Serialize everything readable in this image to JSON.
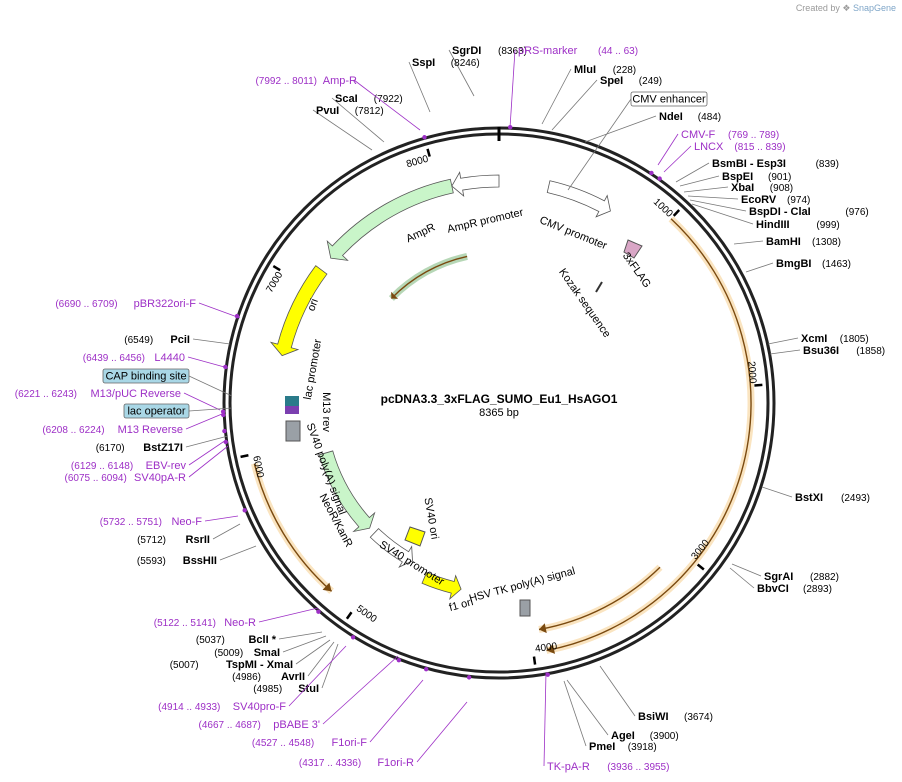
{
  "credit": {
    "prefix": "Created by",
    "brand": "SnapGene"
  },
  "plasmid": {
    "name": "pcDNA3.3_3xFLAG_SUMO_Eu1_HsAGO1",
    "length_label": "8365 bp",
    "length": 8365
  },
  "ticks": [
    {
      "label": "1000",
      "pos": 1000
    },
    {
      "label": "2000",
      "pos": 2000
    },
    {
      "label": "3000",
      "pos": 3000
    },
    {
      "label": "4000",
      "pos": 4000
    },
    {
      "label": "5000",
      "pos": 5000
    },
    {
      "label": "6000",
      "pos": 6000
    },
    {
      "label": "7000",
      "pos": 7000
    },
    {
      "label": "8000",
      "pos": 8000
    }
  ],
  "sites": [
    {
      "name": "SgrDI",
      "pos_text": "(8363)",
      "pos": 8363
    },
    {
      "name": "SspI",
      "pos_text": "(8246)",
      "pos": 8246
    },
    {
      "name": "ScaI",
      "pos_text": "(7922)",
      "pos": 7922
    },
    {
      "name": "PvuI",
      "pos_text": "(7812)",
      "pos": 7812
    },
    {
      "name": "MluI",
      "pos_text": "(228)",
      "pos": 228
    },
    {
      "name": "SpeI",
      "pos_text": "(249)",
      "pos": 249
    },
    {
      "name": "NdeI",
      "pos_text": "(484)",
      "pos": 484
    },
    {
      "name": "BsmBI - Esp3I",
      "pos_text": "(839)",
      "pos": 839
    },
    {
      "name": "BspEI",
      "pos_text": "(901)",
      "pos": 901
    },
    {
      "name": "XbaI",
      "pos_text": "(908)",
      "pos": 908
    },
    {
      "name": "EcoRV",
      "pos_text": "(974)",
      "pos": 974
    },
    {
      "name": "BspDI - ClaI",
      "pos_text": "(976)",
      "pos": 976
    },
    {
      "name": "HindIII",
      "pos_text": "(999)",
      "pos": 999
    },
    {
      "name": "BamHI",
      "pos_text": "(1308)",
      "pos": 1308
    },
    {
      "name": "BmgBI",
      "pos_text": "(1463)",
      "pos": 1463
    },
    {
      "name": "XcmI",
      "pos_text": "(1805)",
      "pos": 1805
    },
    {
      "name": "Bsu36I",
      "pos_text": "(1858)",
      "pos": 1858
    },
    {
      "name": "BstXI",
      "pos_text": "(2493)",
      "pos": 2493
    },
    {
      "name": "SgrAI",
      "pos_text": "(2882)",
      "pos": 2882
    },
    {
      "name": "BbvCI",
      "pos_text": "(2893)",
      "pos": 2893
    },
    {
      "name": "BsiWI",
      "pos_text": "(3674)",
      "pos": 3674
    },
    {
      "name": "AgeI",
      "pos_text": "(3900)",
      "pos": 3900
    },
    {
      "name": "PmeI",
      "pos_text": "(3918)",
      "pos": 3918
    },
    {
      "name": "PciI",
      "pos_text": "(6549)",
      "pos": 6549
    },
    {
      "name": "BstZ17I",
      "pos_text": "(6170)",
      "pos": 6170
    },
    {
      "name": "RsrII",
      "pos_text": "(5712)",
      "pos": 5712
    },
    {
      "name": "BssHII",
      "pos_text": "(5593)",
      "pos": 5593
    },
    {
      "name": "BclI *",
      "pos_text": "(5037)",
      "pos": 5037
    },
    {
      "name": "SmaI",
      "pos_text": "(5009)",
      "pos": 5009
    },
    {
      "name": "TspMI - XmaI",
      "pos_text": "(5007)",
      "pos": 5007
    },
    {
      "name": "AvrII",
      "pos_text": "(4986)",
      "pos": 4986
    },
    {
      "name": "StuI",
      "pos_text": "(4985)",
      "pos": 4985
    }
  ],
  "primers": [
    {
      "name": "pRS-marker",
      "range": "(44 .. 63)",
      "pos": 54
    },
    {
      "name": "Amp-R",
      "range": "(7992 .. 8011)",
      "pos": 8001
    },
    {
      "name": "CMV-F",
      "range": "(769 .. 789)",
      "pos": 779
    },
    {
      "name": "LNCX",
      "range": "(815 .. 839)",
      "pos": 827
    },
    {
      "name": "pBR322ori-F",
      "range": "(6690 .. 6709)",
      "pos": 6700
    },
    {
      "name": "L4440",
      "range": "(6439 .. 6456)",
      "pos": 6448
    },
    {
      "name": "M13/pUC Reverse",
      "range": "(6221 .. 6243)",
      "pos": 6232
    },
    {
      "name": "M13 Reverse",
      "range": "(6208 .. 6224)",
      "pos": 6216
    },
    {
      "name": "EBV-rev",
      "range": "(6129 .. 6148)",
      "pos": 6138
    },
    {
      "name": "SV40pA-R",
      "range": "(6075 .. 6094)",
      "pos": 6085
    },
    {
      "name": "Neo-F",
      "range": "(5732 .. 5751)",
      "pos": 5742
    },
    {
      "name": "Neo-R",
      "range": "(5122 .. 5141)",
      "pos": 5132
    },
    {
      "name": "SV40pro-F",
      "range": "(4914 .. 4933)",
      "pos": 4924
    },
    {
      "name": "pBABE 3'",
      "range": "(4667 .. 4687)",
      "pos": 4677
    },
    {
      "name": "F1ori-F",
      "range": "(4527 .. 4548)",
      "pos": 4538
    },
    {
      "name": "F1ori-R",
      "range": "(4317 .. 4336)",
      "pos": 4327
    },
    {
      "name": "TK-pA-R",
      "range": "(3936 .. 3955)",
      "pos": 3946
    }
  ],
  "boxed_features": [
    {
      "name": "CMV enhancer",
      "pos": 400
    },
    {
      "name": "CAP binding site",
      "pos": 6420
    },
    {
      "name": "lac operator",
      "pos": 6260
    }
  ],
  "features": [
    {
      "name": "AmpR promoter",
      "start": 8080,
      "end": 8365
    },
    {
      "name": "AmpR",
      "start": 7220,
      "end": 8080
    },
    {
      "name": "ori",
      "start": 6560,
      "end": 7130
    },
    {
      "name": "CMV promoter",
      "start": 300,
      "end": 700
    },
    {
      "name": "3xFLAG",
      "start": 1000,
      "end": 1070
    },
    {
      "name": "Kozak sequence",
      "start": 1180,
      "end": 1200
    },
    {
      "name": "lac promoter",
      "start": 6300,
      "end": 6330
    },
    {
      "name": "M13 rev",
      "start": 6220,
      "end": 6240
    },
    {
      "name": "SV40 poly(A) signal",
      "start": 6000,
      "end": 6130
    },
    {
      "name": "NeoR/KanR",
      "start": 5250,
      "end": 5900
    },
    {
      "name": "SV40 promoter",
      "start": 4850,
      "end": 5200
    },
    {
      "name": "SV40 ori",
      "start": 5400,
      "end": 5500
    },
    {
      "name": "f1 ori",
      "start": 4450,
      "end": 4720
    },
    {
      "name": "HSV TK poly(A) signal",
      "start": 4020,
      "end": 4070
    }
  ],
  "orf_arcs": [
    {
      "name": "orf-insert",
      "start": 1000,
      "end": 3930,
      "dir": "cw"
    },
    {
      "name": "orf-neo",
      "start": 5150,
      "end": 5950,
      "dir": "ccw"
    },
    {
      "name": "orf-amp",
      "start": 7300,
      "end": 8080,
      "dir": "ccw"
    },
    {
      "name": "orf-inner",
      "start": 3150,
      "end": 3950,
      "dir": "cw"
    }
  ],
  "colors": {
    "primer": "#9d2fc6",
    "orf": "#f2b24b",
    "amp": "#2e8b2e",
    "feature_green": "#c9f5c9",
    "feature_yellow": "#ffff00",
    "feature_white": "#ffffff",
    "box_fill": "#a9d7e6"
  }
}
